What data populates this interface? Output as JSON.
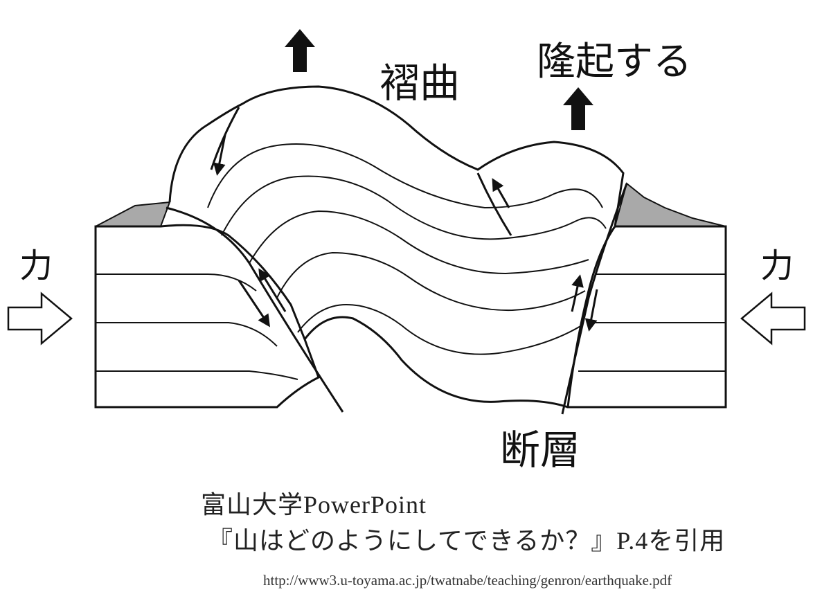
{
  "labels": {
    "fold": "褶曲",
    "uplift": "隆起する",
    "fault": "断層",
    "force_left": "力",
    "force_right": "力"
  },
  "citation": {
    "line1": "富山大学PowerPoint",
    "line2": "『山はどのようにしてできるか？』P.4を引用",
    "url": "http://www3.u-toyama.ac.jp/twatnabe/teaching/genron/earthquake.pdf"
  }
}
